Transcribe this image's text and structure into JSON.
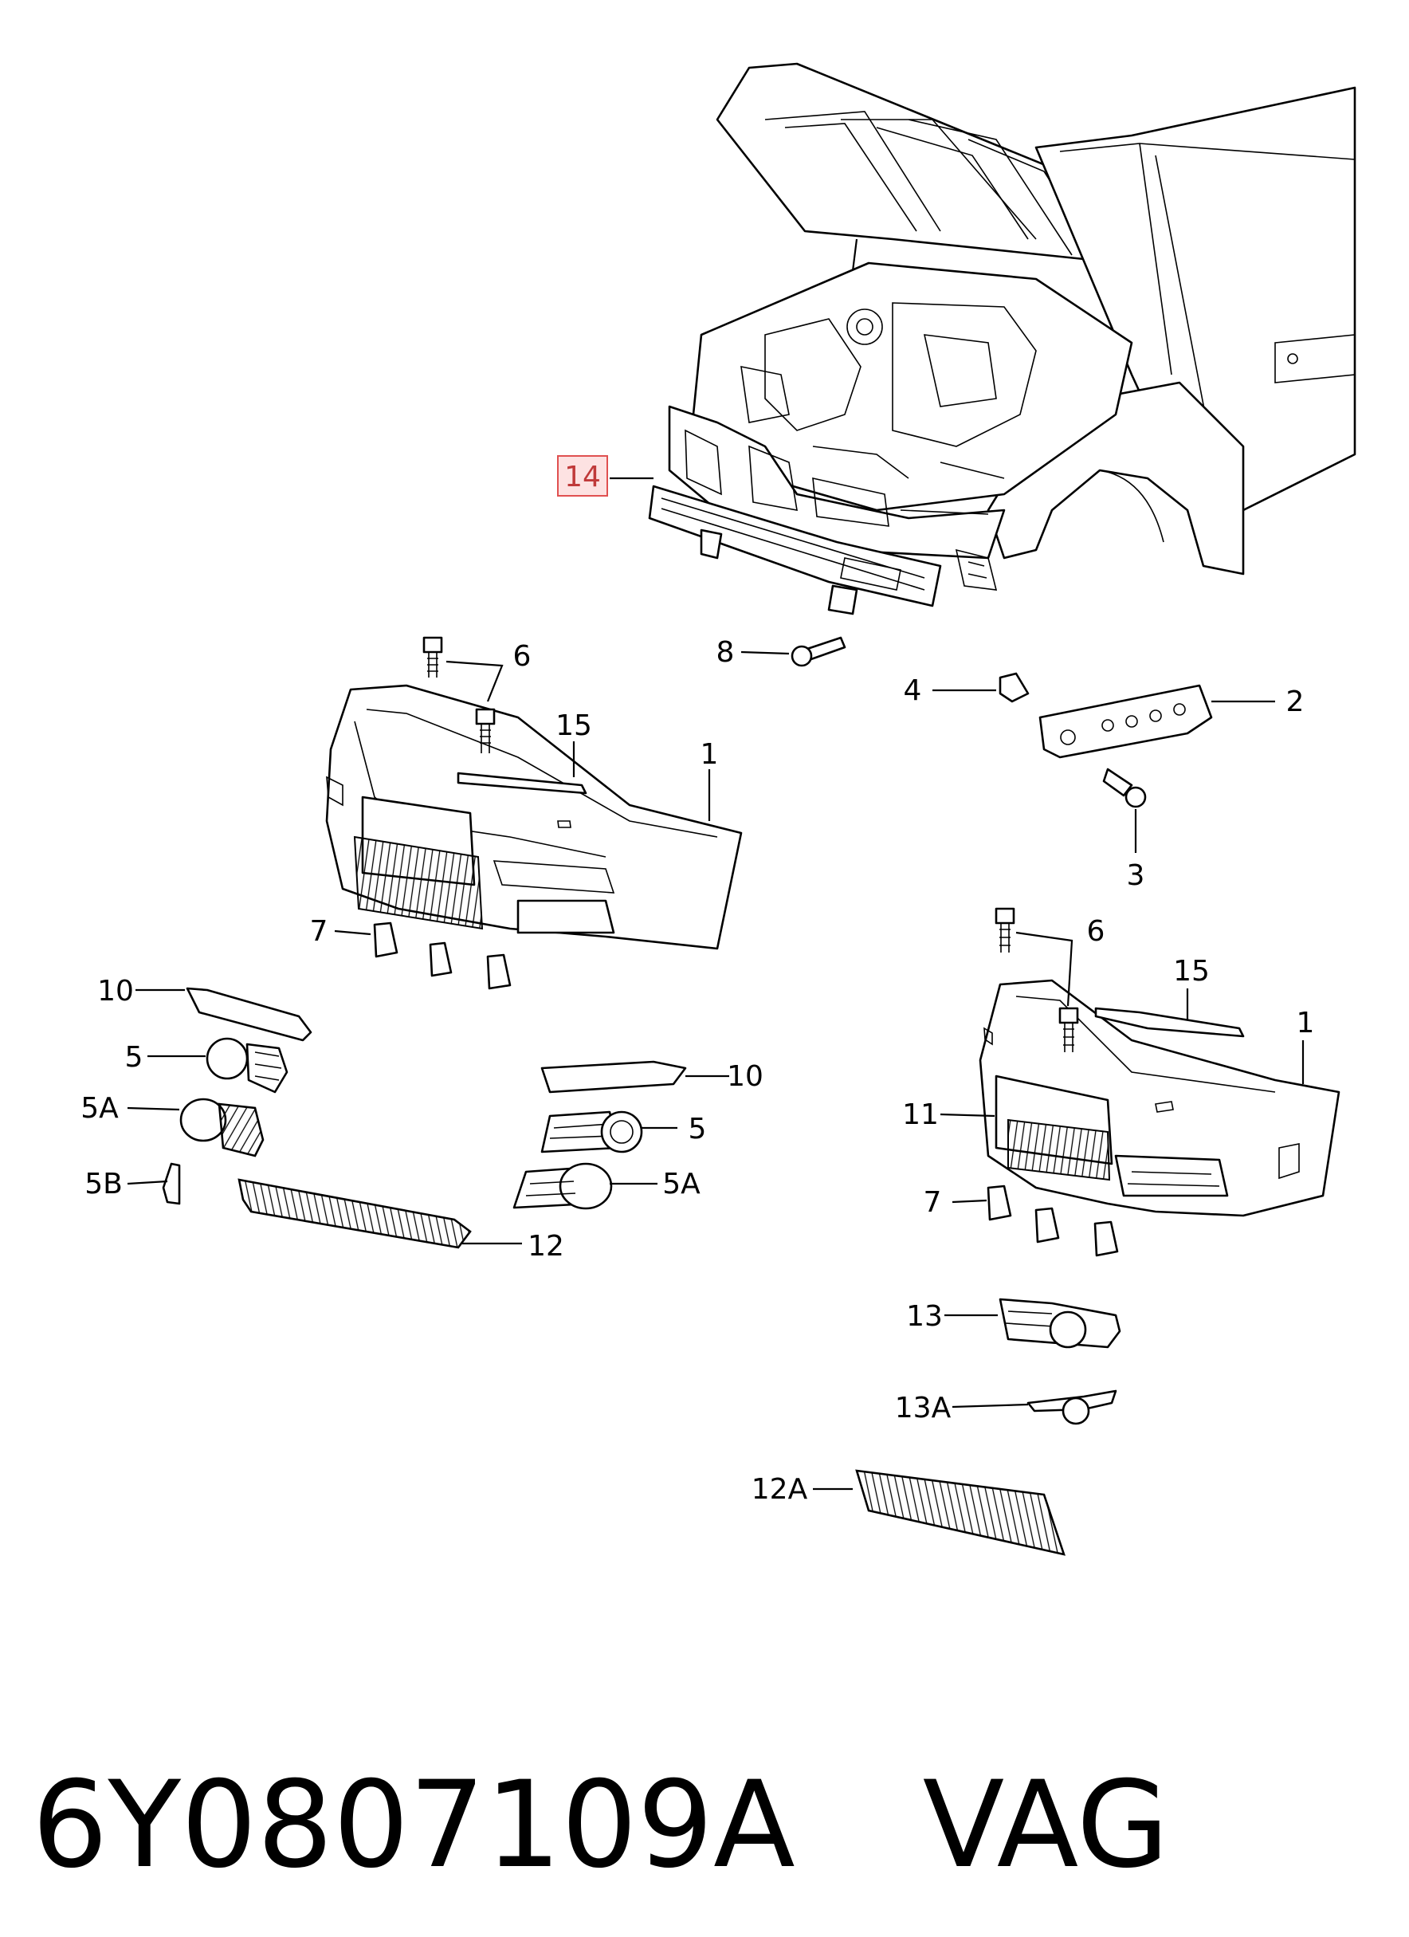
{
  "callouts": [
    {
      "id": "14",
      "label": "14",
      "highlight": true
    },
    {
      "id": "8",
      "label": "8"
    },
    {
      "id": "4",
      "label": "4"
    },
    {
      "id": "2",
      "label": "2"
    },
    {
      "id": "3",
      "label": "3"
    },
    {
      "id": "6a",
      "label": "6"
    },
    {
      "id": "15a",
      "label": "15"
    },
    {
      "id": "1a",
      "label": "1"
    },
    {
      "id": "7a",
      "label": "7"
    },
    {
      "id": "10a",
      "label": "10"
    },
    {
      "id": "5a",
      "label": "5"
    },
    {
      "id": "5Aa",
      "label": "5A"
    },
    {
      "id": "5B",
      "label": "5B"
    },
    {
      "id": "12",
      "label": "12"
    },
    {
      "id": "10b",
      "label": "10"
    },
    {
      "id": "5b",
      "label": "5"
    },
    {
      "id": "5Ab",
      "label": "5A"
    },
    {
      "id": "6b",
      "label": "6"
    },
    {
      "id": "15b",
      "label": "15"
    },
    {
      "id": "1b",
      "label": "1"
    },
    {
      "id": "11",
      "label": "11"
    },
    {
      "id": "7b",
      "label": "7"
    },
    {
      "id": "13",
      "label": "13"
    },
    {
      "id": "13A",
      "label": "13A"
    },
    {
      "id": "12A",
      "label": "12A"
    }
  ],
  "footer": {
    "part_number": "6Y0807109A",
    "brand": "VAG"
  },
  "colors": {
    "highlight_fill": "#fde2e2",
    "highlight_stroke": "#e05050"
  }
}
